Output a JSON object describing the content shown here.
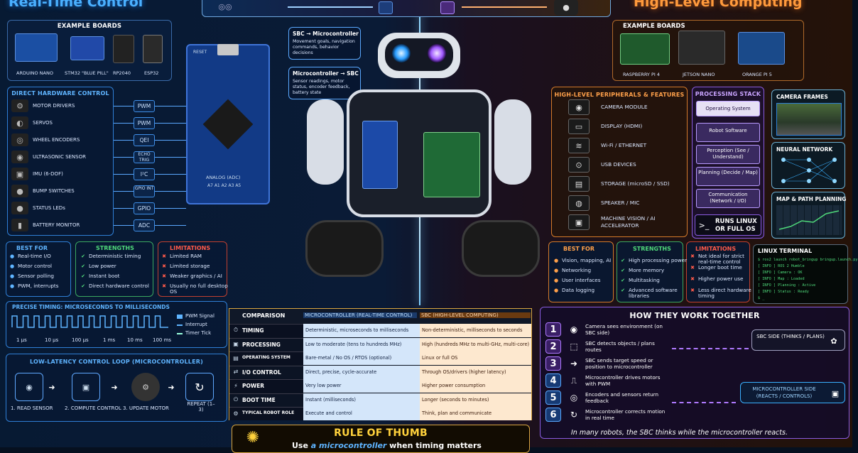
{
  "header": {
    "left_title": "Real-Time Control",
    "right_title": "High-Level Computing"
  },
  "left": {
    "example_boards": {
      "title": "EXAMPLE BOARDS",
      "items": [
        "ARDUINO NANO",
        "STM32 \"BLUE PILL\"",
        "RP2040",
        "ESP32"
      ]
    },
    "direct_hw": {
      "title": "DIRECT HARDWARE CONTROL",
      "items": [
        {
          "label": "MOTOR DRIVERS",
          "iface": "PWM"
        },
        {
          "label": "SERVOS",
          "iface": "PWM"
        },
        {
          "label": "WHEEL ENCODERS",
          "iface": "QEI"
        },
        {
          "label": "ULTRASONIC SENSOR",
          "iface": "ECHO TRIG"
        },
        {
          "label": "IMU (6-DOF)",
          "iface": "I²C"
        },
        {
          "label": "BUMP SWITCHES",
          "iface": "GPIO INT"
        },
        {
          "label": "STATUS LEDs",
          "iface": "GPIO"
        },
        {
          "label": "BATTERY MONITOR",
          "iface": "ADC"
        }
      ]
    },
    "board_labels": {
      "reset": "RESET",
      "analog": "ANALOG (ADC)",
      "pins": "A7 A1 A2 A3 A5"
    },
    "best_for": {
      "title": "BEST FOR",
      "items": [
        "Real-time I/O",
        "Motor control",
        "Sensor polling",
        "PWM, interrupts"
      ]
    },
    "strengths": {
      "title": "STRENGTHS",
      "items": [
        "Deterministic timing",
        "Low power",
        "Instant boot",
        "Direct hardware control"
      ]
    },
    "limitations": {
      "title": "LIMITATIONS",
      "items": [
        "Limited RAM",
        "Limited storage",
        "Weaker graphics / AI",
        "Usually no full desktop OS"
      ]
    },
    "timing": {
      "title": "PRECISE TIMING: MICROSECONDS TO MILLISECONDS",
      "ticks": [
        "1 µs",
        "10 µs",
        "100 µs",
        "1 ms",
        "10 ms",
        "100 ms"
      ],
      "legend": [
        "PWM Signal",
        "Interrupt",
        "Timer Tick"
      ]
    },
    "loop": {
      "title": "LOW-LATENCY CONTROL LOOP (MICROCONTROLLER)",
      "steps": [
        "1. READ SENSOR",
        "2. COMPUTE CONTROL",
        "3. UPDATE MOTOR",
        "REPEAT (1–3)"
      ]
    }
  },
  "center": {
    "sbc_to_mcu": {
      "title": "SBC → Microcontroller",
      "text": "Movement goals, navigation commands, behavior decisions"
    },
    "mcu_to_sbc": {
      "title": "Microcontroller → SBC",
      "text": "Sensor readings, motor status, encoder feedback, battery state"
    }
  },
  "comparison": {
    "headers": [
      "COMPARISON",
      "MICROCONTROLLER (REAL-TIME CONTROL)",
      "SBC (HIGH-LEVEL COMPUTING)"
    ],
    "rows": [
      [
        "TIMING",
        "Deterministic, microseconds to milliseconds",
        "Non-deterministic, milliseconds to seconds"
      ],
      [
        "PROCESSING",
        "Low to moderate (tens to hundreds MHz)",
        "High (hundreds MHz to multi-GHz, multi-core)"
      ],
      [
        "OPERATING SYSTEM",
        "Bare-metal / No OS / RTOS (optional)",
        "Linux or full OS"
      ],
      [
        "I/O CONTROL",
        "Direct, precise, cycle-accurate",
        "Through OS/drivers (higher latency)"
      ],
      [
        "POWER",
        "Very low power",
        "Higher power consumption"
      ],
      [
        "BOOT TIME",
        "Instant (milliseconds)",
        "Longer (seconds to minutes)"
      ],
      [
        "TYPICAL ROBOT ROLE",
        "Execute and control",
        "Think, plan and communicate"
      ]
    ]
  },
  "rule": {
    "title": "RULE OF THUMB",
    "text_prefix": "Use ",
    "text_em": "a microcontroller",
    "text_suffix": " when timing matters"
  },
  "right": {
    "example_boards": {
      "title": "EXAMPLE BOARDS",
      "items": [
        "RASPBERRY PI 4",
        "JETSON NANO",
        "ORANGE PI 5"
      ]
    },
    "peripherals": {
      "title": "HIGH-LEVEL PERIPHERALS & FEATURES",
      "items": [
        "CAMERA MODULE",
        "DISPLAY (HDMI)",
        "Wi-Fi / ETHERNET",
        "USB DEVICES",
        "STORAGE (microSD / SSD)",
        "SPEAKER / MIC",
        "MACHINE VISION / AI ACCELERATOR"
      ]
    },
    "stack": {
      "title": "PROCESSING STACK",
      "items": [
        "Operating System",
        "Robot Software",
        "Perception (See / Understand)",
        "Planning (Decide / Map)",
        "Communication (Network / I/O)"
      ],
      "footer": "RUNS LINUX OR FULL OS"
    },
    "side_panels": [
      "CAMERA FRAMES",
      "NEURAL NETWORK",
      "MAP & PATH PLANNING"
    ],
    "best_for": {
      "title": "BEST FOR",
      "items": [
        "Vision, mapping, AI",
        "Networking",
        "User interfaces",
        "Data logging"
      ]
    },
    "strengths": {
      "title": "STRENGTHS",
      "items": [
        "High processing power",
        "More memory",
        "Multitasking",
        "Advanced software libraries"
      ]
    },
    "limitations": {
      "title": "LIMITATIONS",
      "items": [
        "Not ideal for strict real-time control",
        "Longer boot time",
        "Higher power use",
        "Less direct hardware timing"
      ]
    },
    "terminal": {
      "title": "LINUX TERMINAL",
      "lines": [
        "$ ros2 launch robot_bringup bringup.launch.py",
        "[ INFO ] ROS 2 Humble",
        "[ INFO ] Camera   : OK",
        "[ INFO ] Map      : Loaded",
        "[ INFO ] Planning : Active",
        "[ INFO ] Status   : Ready",
        "$ _"
      ]
    }
  },
  "together": {
    "title": "HOW THEY WORK TOGETHER",
    "steps": [
      {
        "n": "1",
        "text": "Camera sees environment (on SBC side)"
      },
      {
        "n": "2",
        "text": "SBC detects objects / plans routes"
      },
      {
        "n": "3",
        "text": "SBC sends target speed or position to microcontroller"
      },
      {
        "n": "4",
        "text": "Microcontroller drives motors with PWM"
      },
      {
        "n": "5",
        "text": "Encoders and sensors return feedback"
      },
      {
        "n": "6",
        "text": "Microcontroller corrects motion in real time"
      }
    ],
    "sbc_side": "SBC SIDE (THINKS / PLANS)",
    "mcu_side": "MICROCONTROLLER SIDE (REACTS / CONTROLS)",
    "footer": "In many robots, the SBC thinks while the microcontroller reacts."
  },
  "colors": {
    "blue": "#2f7fd6",
    "orange": "#d47a2a",
    "purple": "#8a5ce0",
    "gold": "#d9a640"
  }
}
